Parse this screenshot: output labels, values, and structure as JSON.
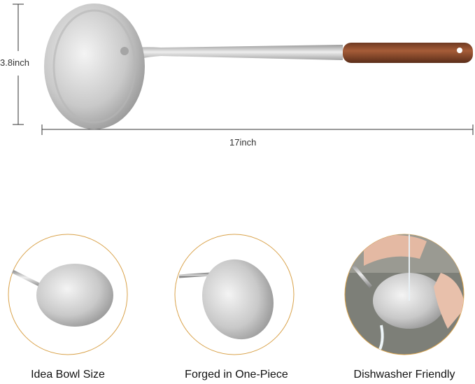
{
  "dimensions": {
    "height_label": "3.8inch",
    "length_label": "17inch"
  },
  "features": [
    {
      "label": "Idea Bowl Size"
    },
    {
      "label": "Forged in One-Piece"
    },
    {
      "label": "Dishwasher Friendly"
    }
  ],
  "colors": {
    "circle_border": "#d9a24a",
    "wood_handle": "#8a4a2c",
    "steel": "#c8c8c8"
  }
}
